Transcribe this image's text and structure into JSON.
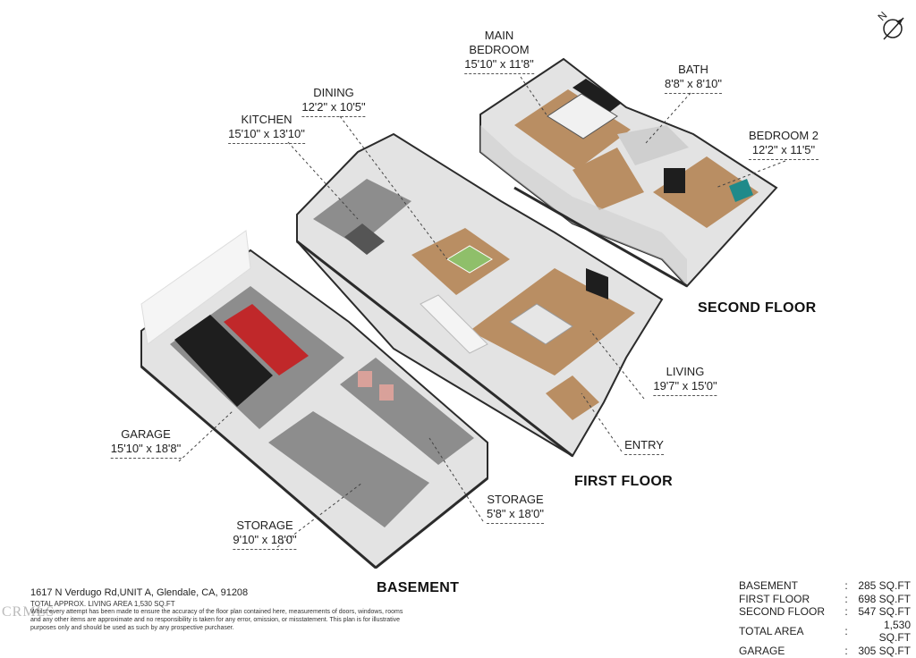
{
  "rooms": {
    "main_bedroom": {
      "name_line1": "MAIN",
      "name_line2": "BEDROOM",
      "dims": "15'10\" x 11'8\""
    },
    "bath": {
      "name": "BATH",
      "dims": "8'8\" x 8'10\""
    },
    "bedroom2": {
      "name": "BEDROOM 2",
      "dims": "12'2\" x 11'5\""
    },
    "dining": {
      "name": "DINING",
      "dims": "12'2\" x 10'5\""
    },
    "kitchen": {
      "name": "KITCHEN",
      "dims": "15'10\" x 13'10\""
    },
    "living": {
      "name": "LIVING",
      "dims": "19'7\" x 15'0\""
    },
    "entry": {
      "name": "ENTRY"
    },
    "garage": {
      "name": "GARAGE",
      "dims": "15'10\" x 18'8\""
    },
    "storage_small": {
      "name": "STORAGE",
      "dims": "5'8\" x 18'0\""
    },
    "storage_large": {
      "name": "STORAGE",
      "dims": "9'10\" x 18'0\""
    }
  },
  "floors": {
    "second": "SECOND FLOOR",
    "first": "FIRST FLOOR",
    "basement": "BASEMENT"
  },
  "footer": {
    "address": "1617 N Verdugo Rd,UNIT A, Glendale, CA, 91208",
    "living_area": "TOTAL APPROX. LIVING AREA 1,530 SQ.FT",
    "disclaimer": "Whilst every attempt has been made to ensure the accuracy of the floor plan contained here, measurements of doors, windows, rooms and any other items are approximate and no responsibility is taken for any error, omission, or misstatement. This plan is for illustrative purposes only and should be used as such by any prospective purchaser.",
    "watermark": "CRMLS"
  },
  "area_table": [
    {
      "name": "BASEMENT",
      "sep": ":",
      "value": "285 SQ.FT"
    },
    {
      "name": "FIRST FLOOR",
      "sep": ":",
      "value": "698 SQ.FT"
    },
    {
      "name": "SECOND FLOOR",
      "sep": ":",
      "value": "547 SQ.FT"
    },
    {
      "name": "TOTAL AREA",
      "sep": ":",
      "value": "1,530 SQ.FT"
    },
    {
      "name": "GARAGE",
      "sep": ":",
      "value": "305 SQ.FT"
    }
  ],
  "compass": {
    "letter": "N"
  },
  "colors": {
    "wall": "#d9d9d9",
    "wall_dark": "#2b2b2b",
    "wood": "#b98e63",
    "concrete": "#8d8d8d",
    "car_black": "#1e1e1e",
    "car_red": "#c0282a",
    "teal": "#1f8a8a"
  }
}
